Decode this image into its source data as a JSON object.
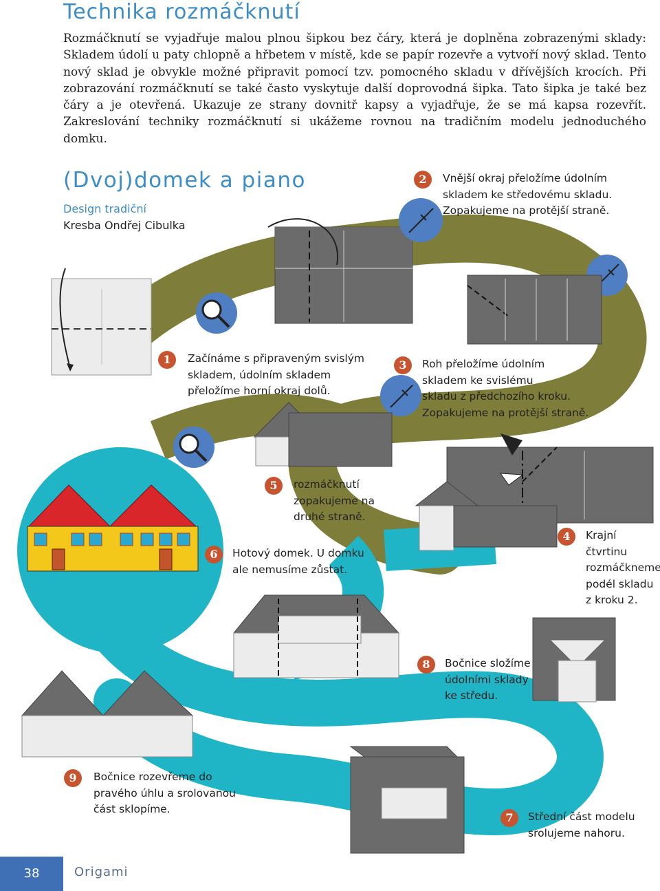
{
  "header": {
    "title": "Technika rozmáčknutí",
    "intro": "Rozmáčknutí se vyjadřuje malou plnou šipkou bez čáry, která je doplněna zobrazenými sklady: Skladem údolí u paty chlopně a hřbetem v místě, kde se papír rozevře a vytvoří nový sklad. Tento nový sklad je obvykle možné připravit pomocí tzv. pomocného skladu v dřívějších krocích. Při zobrazování rozmáčknutí se také často vyskytuje další doprovodná šipka. Tato šipka je také bez čáry a je otevřená. Ukazuje ze strany dovnitř kapsy a vyjadřuje, že se má kapsa rozevřít. Zakreslování techniky rozmáčknutí si ukážeme rovnou na tradičním modelu jednoduchého domku."
  },
  "model": {
    "title": "(Dvoj)domek a piano",
    "design": "Design tradiční",
    "drawing": "Kresba Ondřej Cibulka"
  },
  "steps": [
    {
      "number": "1",
      "text": "Začínáme s připraveným svislým\nskladem, údolním skladem\npřeložíme horní okraj dolů."
    },
    {
      "number": "2",
      "text": "Vnější okraj přeložíme údolním\nskladem ke středovému skladu.\nZopakujeme na protější straně."
    },
    {
      "number": "3",
      "text": "Roh přeložíme údolním\nskladem ke svislému\nskladu z předchozího kroku.\nZopakujeme na protější straně."
    },
    {
      "number": "4",
      "text": "Krajní čtvrtinu\nrozmáčkneme\npodél skladu\nz kroku 2."
    },
    {
      "number": "5",
      "text": "rozmáčknutí\nzopakujeme na\ndruhé straně."
    },
    {
      "number": "6",
      "text": "Hotový domek. U domku\nale nemusíme zůstat."
    },
    {
      "number": "7",
      "text": "Střední část modelu\nsrolujeme nahoru."
    },
    {
      "number": "8",
      "text": "Bočnice složíme\núdolními sklady\nke středu."
    },
    {
      "number": "9",
      "text": "Bočnice rozevřeme do\npravého úhlu a srolovanou\nčást sklopíme."
    }
  ],
  "colors": {
    "accent_blue": "#3d8dc8",
    "step_number": "#c7542e",
    "path_olive": "#7f7d3a",
    "path_teal": "#1fb5c6",
    "paper_dark": "#6b6b6b",
    "paper_light": "#ececec",
    "roof_red": "#d9262b",
    "wall_yellow": "#f3c81a",
    "footer_blue": "#3f6fb5"
  },
  "footer": {
    "page_number": "38",
    "label": "Origami"
  }
}
